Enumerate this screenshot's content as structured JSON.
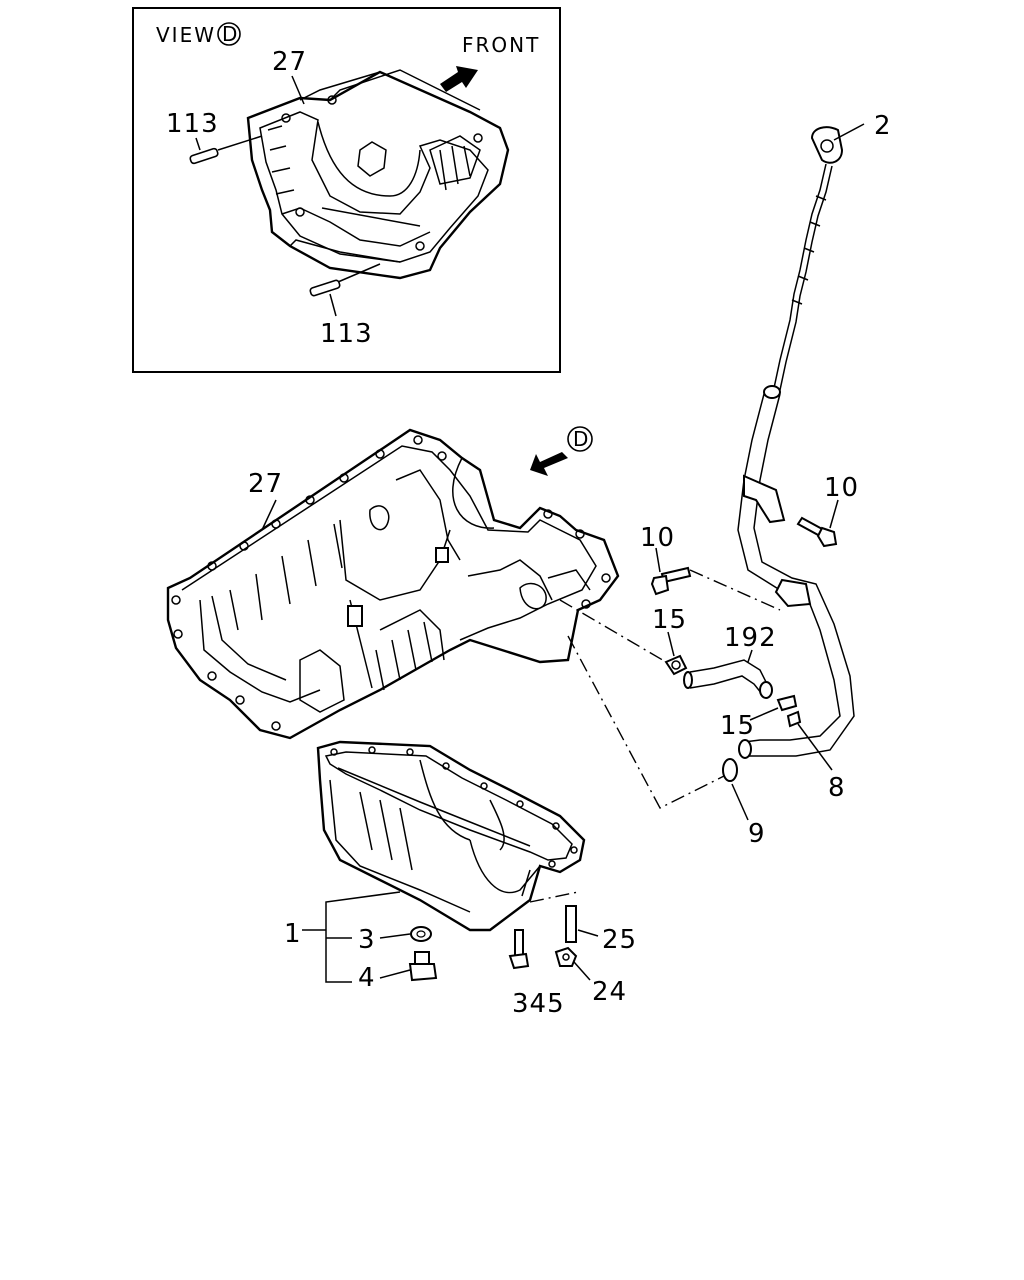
{
  "inset": {
    "view_label": "VIEW",
    "view_letter": "D",
    "front_label": "FRONT",
    "callouts": [
      "27",
      "113",
      "113"
    ]
  },
  "main": {
    "view_marker_letter": "D"
  },
  "callouts": {
    "crankcase": "27",
    "dipstick": "2",
    "bolt_guide_bracket": "10",
    "bolt_hose": "10",
    "clip_upper": "15",
    "hose": "192",
    "clip_lower": "15",
    "guide_tube": "8",
    "o_ring": "9",
    "oil_pan": "1",
    "gasket_washer": "3",
    "drain_plug": "4",
    "stud": "25",
    "nut": "24",
    "bolt_pan": "345"
  }
}
